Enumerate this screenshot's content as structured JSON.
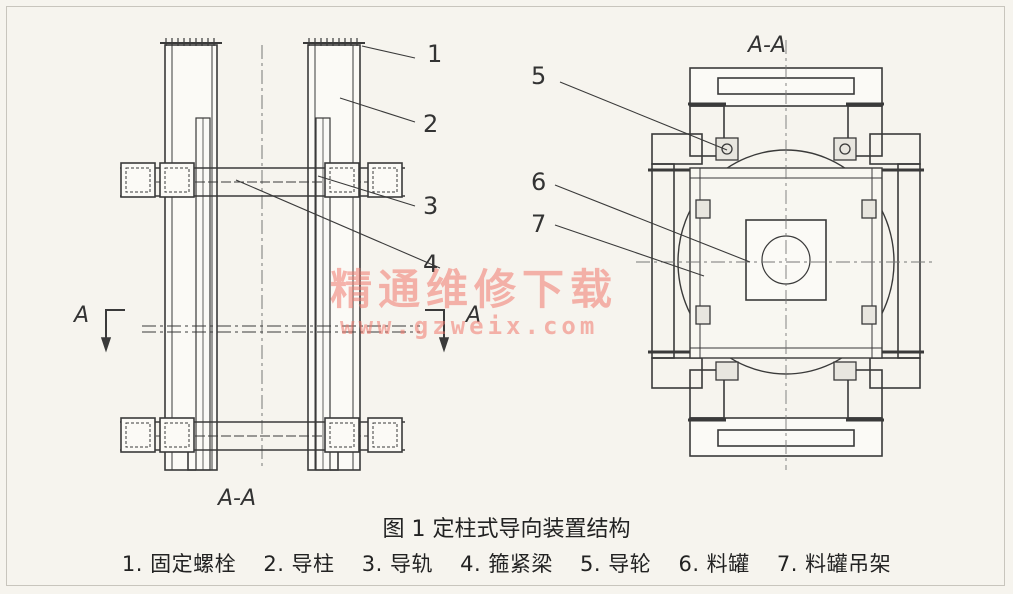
{
  "figure": {
    "title": "图 1  定柱式导向装置结构",
    "legend": [
      {
        "num": "1",
        "text": "固定螺栓"
      },
      {
        "num": "2",
        "text": "导柱"
      },
      {
        "num": "3",
        "text": "导轨"
      },
      {
        "num": "4",
        "text": "箍紧梁"
      },
      {
        "num": "5",
        "text": "导轮"
      },
      {
        "num": "6",
        "text": "料罐"
      },
      {
        "num": "7",
        "text": "料罐吊架"
      }
    ],
    "legend_text": [
      "1. 固定螺栓",
      "2. 导柱",
      "3. 导轨",
      "4. 箍紧梁",
      "5. 导轮",
      "6. 料罐",
      "7. 料罐吊架"
    ]
  },
  "left_view": {
    "section_label": "A-A",
    "cut_mark_left": "A",
    "cut_mark_right": "A",
    "callouts": [
      "1",
      "2",
      "3",
      "4"
    ]
  },
  "right_view": {
    "section_label": "A-A",
    "callouts": [
      "5",
      "6",
      "7"
    ]
  },
  "watermark": {
    "line1": "精通维修下载",
    "line2": "www.gzweix.com"
  },
  "colors": {
    "line": "#3a3a3a",
    "thin": "#777777",
    "watermark": "#f0786e",
    "background": "#f6f4ee"
  }
}
